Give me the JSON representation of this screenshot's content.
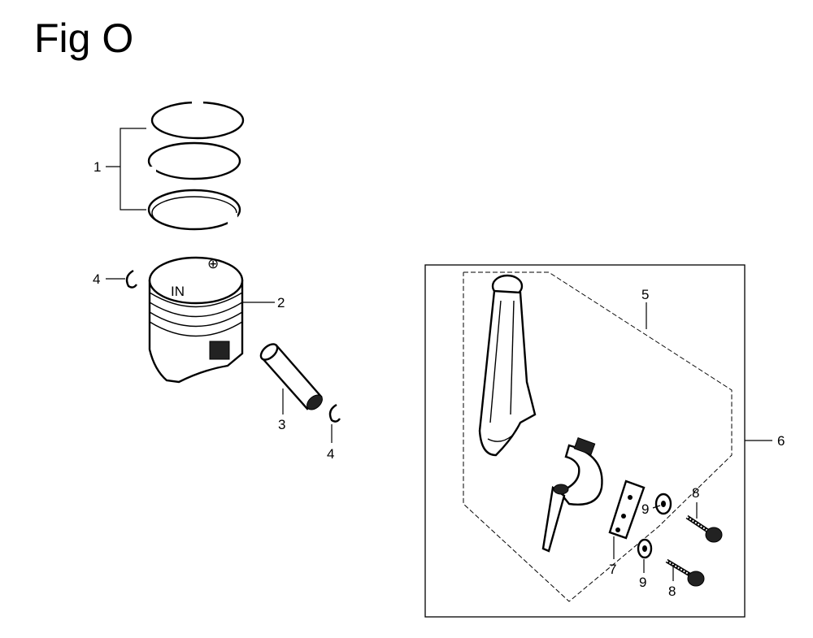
{
  "figure": {
    "title": "Fig O"
  },
  "callouts": {
    "c1": "1",
    "c2": "2",
    "c3": "3",
    "c4a": "4",
    "c4b": "4",
    "c5": "5",
    "c6": "6",
    "c7": "7",
    "c8a": "8",
    "c8b": "8",
    "c9a": "9",
    "c9b": "9"
  },
  "piston_marks": {
    "crown_mark": "⊕",
    "side_mark": "IN"
  }
}
